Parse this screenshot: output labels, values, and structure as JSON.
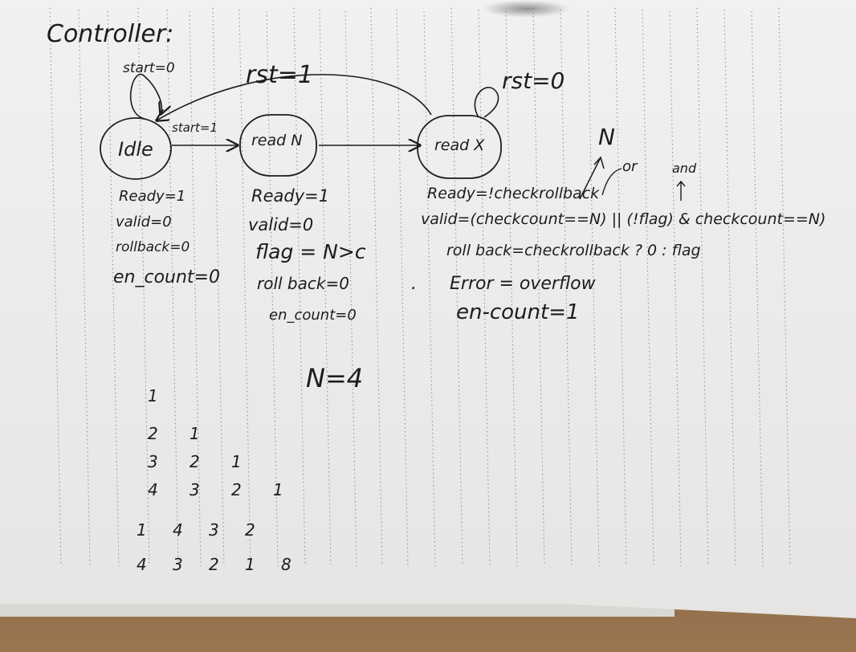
{
  "title": "Controller:",
  "states": [
    {
      "id": "idle",
      "label": "Idle"
    },
    {
      "id": "readN",
      "label": "read N"
    },
    {
      "id": "readX",
      "label": "read X"
    }
  ],
  "transitions": {
    "idle_self": "start=0",
    "idle_to_readN": "start=1",
    "readX_to_idle": "rst=1",
    "readX_self": "rst=0"
  },
  "idle_outputs": [
    "Ready=1",
    "valid=0",
    "rollback=0",
    "en_count=0"
  ],
  "readN_outputs": [
    "Ready=1",
    "valid=0",
    "flag = N>c",
    "roll back=0",
    "en_count=0"
  ],
  "readX_outputs": {
    "ready": "Ready=!checkrollback",
    "valid": "valid=(checkcount==N) || (!flag) & checkcount==N)",
    "rollback": "roll back=checkrollback ? 0 : flag",
    "error": "Error = overflow",
    "en_count": "en-count=1"
  },
  "annotations": {
    "n_marker": "N",
    "or_label": "or",
    "and_label": "and",
    "n_value": "N=4",
    "dot": "."
  },
  "count_table": {
    "rows": [
      [
        "1"
      ],
      [
        "2",
        "1"
      ],
      [
        "3",
        "2",
        "1"
      ],
      [
        "4",
        "3",
        "2",
        "1"
      ],
      [
        "1",
        "4",
        "3",
        "2"
      ],
      [
        "4",
        "3",
        "2",
        "1",
        "8"
      ]
    ]
  },
  "colors": {
    "paper": "#ecebe9",
    "ink": "#1c1c1c",
    "rules": "#3a3a3a"
  }
}
